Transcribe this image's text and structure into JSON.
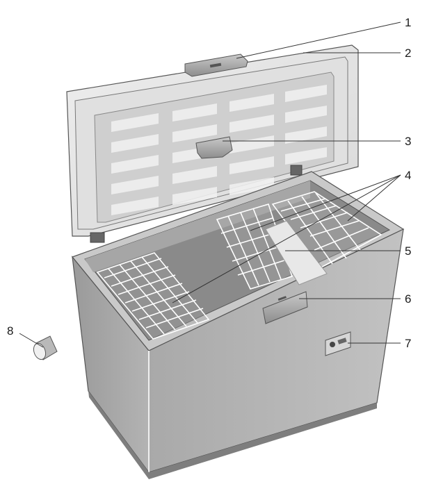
{
  "callouts": [
    {
      "id": "1",
      "label": "1"
    },
    {
      "id": "2",
      "label": "2"
    },
    {
      "id": "3",
      "label": "3"
    },
    {
      "id": "4",
      "label": "4"
    },
    {
      "id": "5",
      "label": "5"
    },
    {
      "id": "6",
      "label": "6"
    },
    {
      "id": "7",
      "label": "7"
    },
    {
      "id": "8",
      "label": "8"
    }
  ],
  "colors": {
    "body": "#b8b8b8",
    "body_dark": "#8e8e8e",
    "lid_outer": "#e6e6e6",
    "lid_panel": "#d4d4d4",
    "interior": "#8a8a8a",
    "basket_wire": "#ffffff",
    "line": "#333333"
  }
}
